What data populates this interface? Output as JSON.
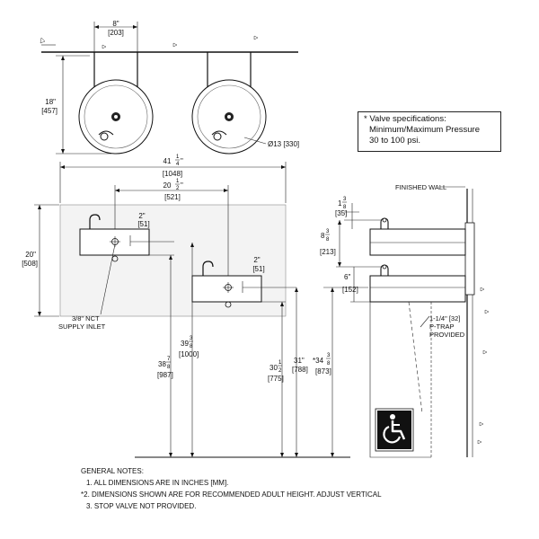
{
  "top_view": {
    "dim_width": "8\"",
    "dim_width_mm": "[203]",
    "dim_height": "18\"",
    "dim_height_mm": "[457]",
    "dim_bowl": "Ø13 [330]"
  },
  "valve_spec": {
    "line1": "* Valve specifications:",
    "line2": "Minimum/Maximum Pressure",
    "line3": "30 to 100 psi."
  },
  "front_view": {
    "overall_whole": "41",
    "overall_frac_n": "1",
    "overall_frac_d": "4",
    "overall_suffix": "\"",
    "overall_mm": "[1048]",
    "offset_whole": "20",
    "offset_frac_n": "1",
    "offset_frac_d": "2",
    "offset_suffix": "\"",
    "offset_mm": "[521]",
    "panel_height": "20\"",
    "panel_height_mm": "[508]",
    "high_unit_offset": "2\"",
    "high_unit_offset_mm": "[51]",
    "low_unit_offset": "2\"",
    "low_unit_offset_mm": "[51]",
    "supply_label_1": "3/8\" NCT",
    "supply_label_2": "SUPPLY INLET",
    "h1_whole": "39",
    "h1_frac_n": "3",
    "h1_frac_d": "8",
    "h1_mm": "[1000]",
    "h2_whole": "38",
    "h2_frac_n": "7",
    "h2_frac_d": "8",
    "h2_mm": "[987]",
    "h3_whole": "30",
    "h3_frac_n": "1",
    "h3_frac_d": "2",
    "h3_mm": "[775]",
    "h4": "31\"",
    "h4_mm": "[788]",
    "h5_whole": "*34",
    "h5_frac_n": "3",
    "h5_frac_d": "8",
    "h5_mm": "[873]"
  },
  "side_view": {
    "finished_wall": "FINISHED WALL",
    "d1_whole": "1",
    "d1_frac_n": "3",
    "d1_frac_d": "8",
    "d1_mm": "[35]",
    "d2_whole": "8",
    "d2_frac_n": "3",
    "d2_frac_d": "8",
    "d2_mm": "[213]",
    "d3": "6\"",
    "d3_mm": "[152]",
    "ptrap_1": "1-1/4\" [32]",
    "ptrap_2": "P-TRAP",
    "ptrap_3": "PROVIDED"
  },
  "general_notes": {
    "title": "GENERAL NOTES:",
    "note1": "1. ALL DIMENSIONS ARE IN INCHES [MM].",
    "note2": "*2. DIMENSIONS SHOWN ARE FOR RECOMMENDED ADULT HEIGHT. ADJUST VERTICAL",
    "note3": "3. STOP VALVE NOT PROVIDED."
  },
  "icons": [
    "wheelchair-accessibility-icon"
  ]
}
